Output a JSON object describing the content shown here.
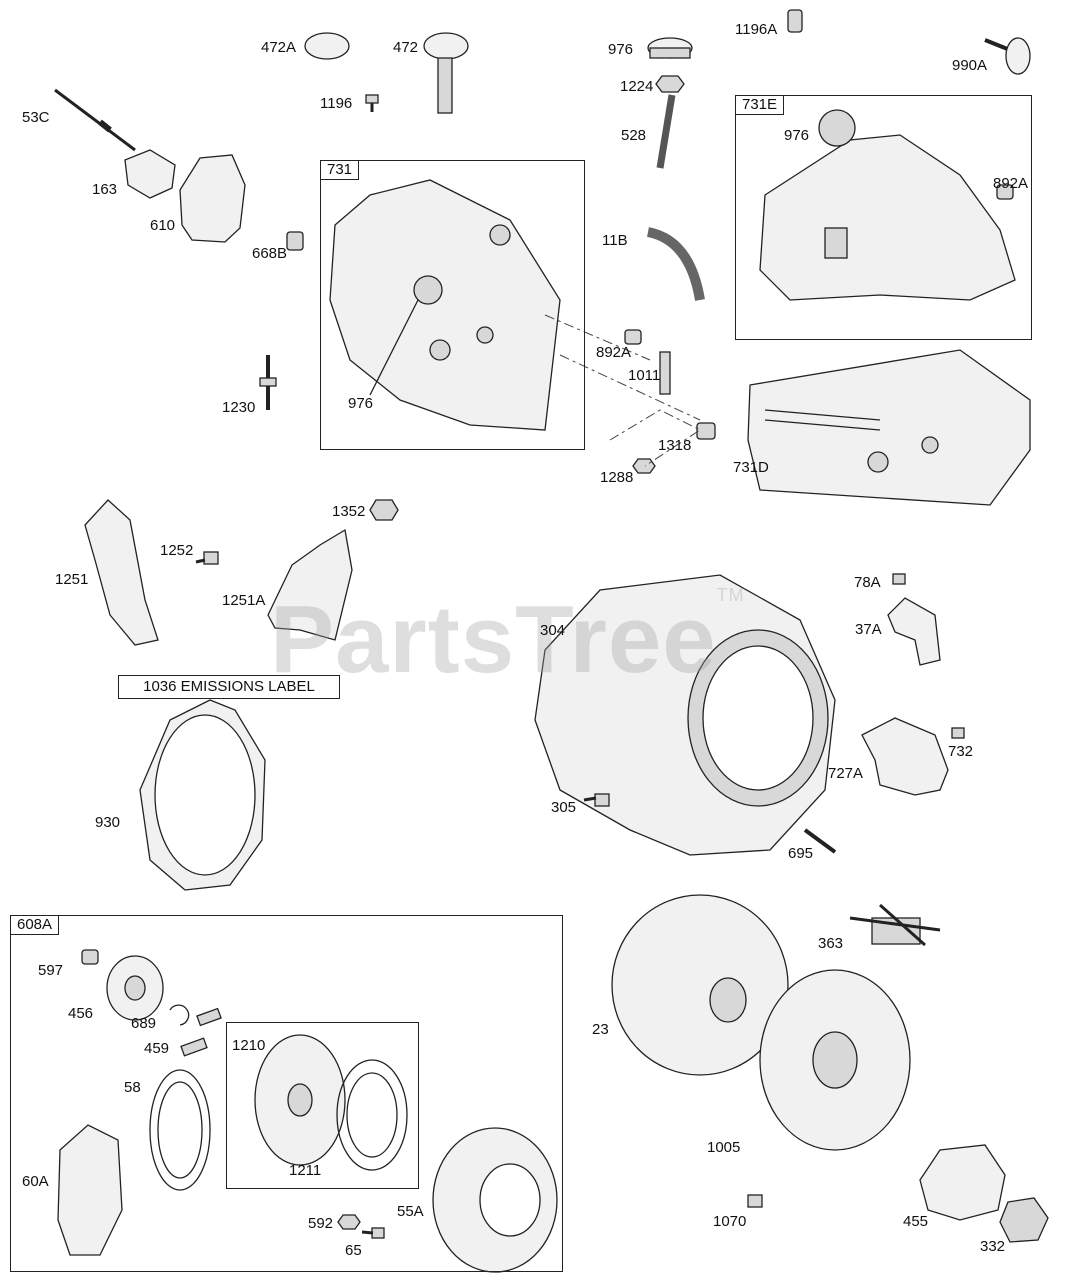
{
  "labels": {
    "l53C": "53C",
    "l163": "163",
    "l610": "610",
    "l668B": "668B",
    "l472A": "472A",
    "l472": "472",
    "l1196": "1196",
    "l976_top": "976",
    "l1224": "1224",
    "l528": "528",
    "l1196A": "1196A",
    "l990A": "990A",
    "l731": "731",
    "l976_731": "976",
    "l1230": "1230",
    "l11B": "11B",
    "l892A": "892A",
    "l1011": "1011",
    "l1318": "1318",
    "l1288": "1288",
    "l731E": "731E",
    "l976_731E": "976",
    "l892A_731E": "892A",
    "l731D": "731D",
    "l1251": "1251",
    "l1252": "1252",
    "l1251A": "1251A",
    "l1352": "1352",
    "l304": "304",
    "l78A": "78A",
    "l37A": "37A",
    "l305": "305",
    "l727A": "727A",
    "l732": "732",
    "l695": "695",
    "l930": "930",
    "l363": "363",
    "l23": "23",
    "l1005": "1005",
    "l1070": "1070",
    "l455": "455",
    "l332": "332",
    "l608A": "608A",
    "l597": "597",
    "l456": "456",
    "l689": "689",
    "l459": "459",
    "l58": "58",
    "l60A": "60A",
    "l1210": "1210",
    "l1211": "1211",
    "l592": "592",
    "l65": "65",
    "l55A": "55A"
  },
  "emissions_label": "1036 EMISSIONS LABEL",
  "watermark": {
    "text": "PartsTree",
    "mark": "TM"
  }
}
